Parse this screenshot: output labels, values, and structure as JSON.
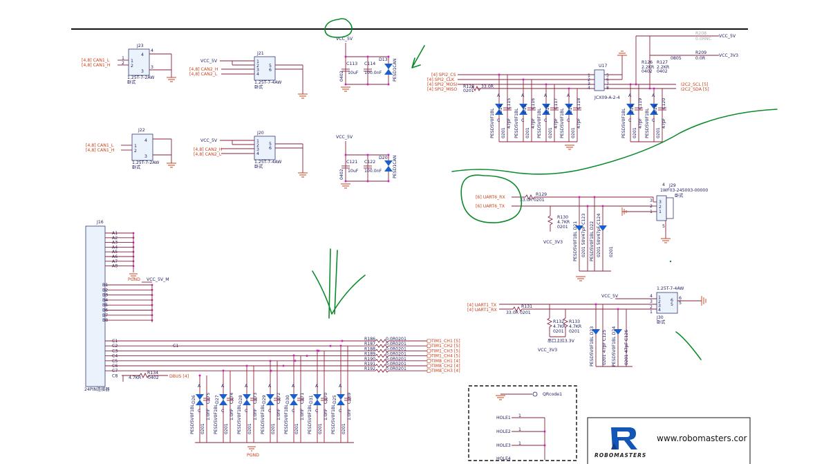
{
  "power": {
    "vcc5v": "VCC_5V",
    "vcc3v3": "VCC_3V3",
    "vcc5vm": "VCC_5V_M",
    "pgnd": "PGND"
  },
  "connectors": {
    "j23": {
      "ref": "J23",
      "part": "1.25T-7-2AW",
      "note": "卧式",
      "nets": [
        "[4,8]  CAN1_L",
        "[4,8]  CAN1_H"
      ],
      "pins": [
        "4",
        "1",
        "2",
        "3",
        "3"
      ]
    },
    "j22": {
      "ref": "J22",
      "part": "1.25T-7-2AW",
      "note": "卧式",
      "nets": [
        "[4,8]  CAN1_L",
        "[4,8]  CAN1_H"
      ]
    },
    "j21": {
      "ref": "J21",
      "part": "1.25T-7-4AW",
      "note": "卧式",
      "nets": [
        "[4,8]  CAN2_H",
        "[4,8]  CAN2_L"
      ]
    },
    "j20": {
      "ref": "J20",
      "part": "1.25T-7-4AW",
      "note": "卧式",
      "nets": [
        "[4,8]  CAN2_H",
        "[4,8]  CAN2_L"
      ]
    },
    "j29": {
      "ref": "J29",
      "part": "1WF03-245003-00000",
      "note": "卧式"
    },
    "j30": {
      "ref": "J30",
      "part": "1.25T-7-4AW",
      "note": "卧式"
    },
    "j16": {
      "ref": "J16",
      "part": "24PIN连接器"
    }
  },
  "caps_top": {
    "c113": "C113",
    "c114": "C114",
    "d13": "D13",
    "part_d13": "PESD1CAN",
    "v113": "10uF",
    "v114": "100.0nF",
    "pkg": "0402",
    "c121": "C121",
    "c122": "C122",
    "d20": "D20",
    "part_d20": "PESD1CAN",
    "v121": "10uF",
    "v122": "100.0nF"
  },
  "spi": {
    "nets": [
      "[4]  SPI2_CS",
      "[4]  SPI2_CLK",
      "[4]  SPI2_MOSI",
      "[4]  SPI2_MISO"
    ],
    "r128": "R128",
    "r128v": "33.0R",
    "r128p": "0201",
    "u17": "U17",
    "u17part": "JCX09-A-2-4",
    "r208": "R208",
    "r208v": "0.0R",
    "r208n": "NC",
    "r209": "R209",
    "r209v": "0.0R",
    "r209p": "0805",
    "r126": "R126",
    "r126v": "2.2KR",
    "r127": "R127",
    "r127v": "2.2KR",
    "i2c": [
      "I2C2_SCL  [5]",
      "I2C2_SDA  [5]"
    ],
    "diodes": [
      "D14",
      "D15",
      "D16",
      "D17",
      "D18",
      "D19"
    ],
    "caps": [
      "C115",
      "C116",
      "C117",
      "C118",
      "C119",
      "C120"
    ],
    "dpart": "PESD5V0F1BL",
    "cval": "47pF",
    "cpkg": "0201"
  },
  "uart6": {
    "nets": [
      "[6]  UART6_RX",
      "[6]  UART6_TX"
    ],
    "r129": "R129",
    "r129v": "33.0R",
    "r129p": "0201",
    "r130": "R130",
    "r130v": "4.7KR",
    "r130p": "0201",
    "d21": "D21",
    "d22": "D22",
    "c123": "C123",
    "c124": "C124"
  },
  "uart1": {
    "nets": [
      "[4]  UART1_TX",
      "[4]  UART1_RX"
    ],
    "r131": "R131",
    "r131v": "33.0R",
    "r131p": "0201",
    "r132": "R132",
    "r133": "R133",
    "rv": "4.7KR",
    "pullup": "串口上拉3.3V",
    "d23": "D23",
    "d24": "D24",
    "c125": "C125",
    "c126": "C126"
  },
  "j16pins": {
    "a": [
      "A1",
      "A2",
      "A3",
      "A4",
      "A5",
      "A6",
      "A7",
      "A8"
    ],
    "b": [
      "B1",
      "B2",
      "B3",
      "B4",
      "B5",
      "B6",
      "B7",
      "B8"
    ],
    "c": [
      "C1",
      "C2",
      "C3",
      "C4",
      "C5",
      "C6",
      "C7",
      "C8"
    ]
  },
  "tim": {
    "res": [
      "R186",
      "R187",
      "R188",
      "R189",
      "R190",
      "R191",
      "R192"
    ],
    "val": "0.0R0201",
    "nets": [
      "TIM1_CH1  [5]",
      "TIM1_CH2  [5]",
      "TIM1_CH3  [5]",
      "TIM1_CH4  [5]",
      "TIM8_CH1  [4]",
      "TIM8_CH2  [4]",
      "TIM8_CH3  [4]"
    ],
    "r134": "R134",
    "r134v": "4.7KR",
    "r134p": "0402",
    "dbus": "DBUS  [4]",
    "diodes": [
      "D26",
      "D27",
      "D28",
      "D29",
      "D30",
      "D31",
      "D25"
    ],
    "caps": [
      "C175",
      "C174",
      "C173",
      "C172",
      "C171",
      "C170",
      "C169"
    ],
    "cval": "1.0nF"
  },
  "holes": {
    "qr": "QRcode1",
    "items": [
      "HOLE1",
      "HOLE2",
      "HOLE3",
      "HOLE4"
    ]
  },
  "logo": {
    "site": "www.robomasters.cor",
    "brand": "ROBOMASTERS"
  },
  "colors": {
    "wire": "#8a1f3a",
    "net": "#c8401a",
    "pin": "#d020c0",
    "ink": "#0a8a2a",
    "text": "#1b1b60"
  }
}
